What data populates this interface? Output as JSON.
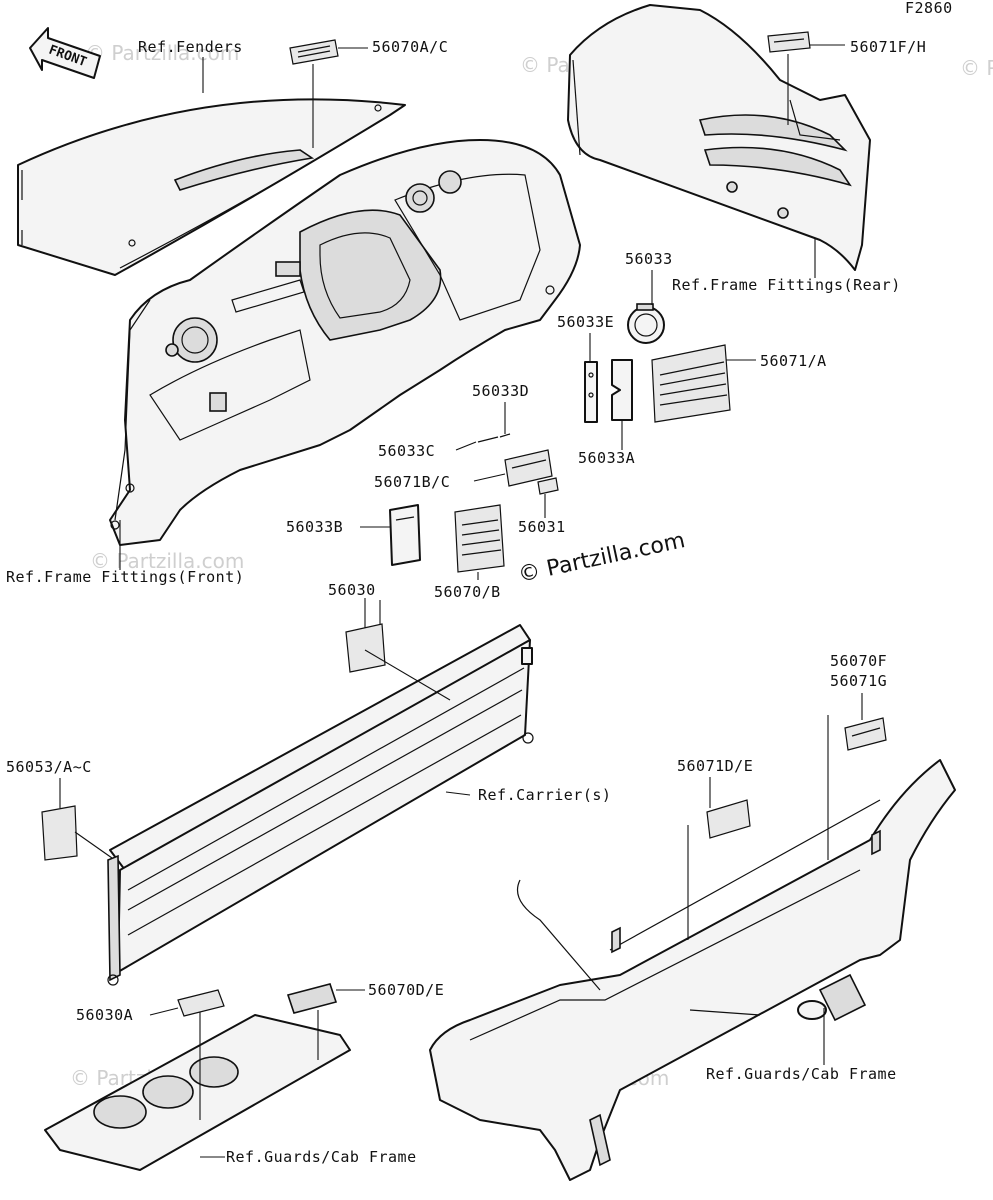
{
  "figure_code": "F2860",
  "watermark": "© Partzilla.com",
  "front_arrow_label": "FRONT",
  "references": {
    "fenders": "Ref.Fenders",
    "frame_fittings_rear": "Ref.Frame Fittings(Rear)",
    "frame_fittings_front": "Ref.Frame Fittings(Front)",
    "carrier": "Ref.Carrier(s)",
    "guards_cab_frame_right": "Ref.Guards/Cab Frame",
    "guards_cab_frame_bottom": "Ref.Guards/Cab Frame"
  },
  "parts": {
    "p56070AC": "56070A/C",
    "p56071FH": "56071F/H",
    "p56033": "56033",
    "p56033E": "56033E",
    "p56071A": "56071/A",
    "p56033D": "56033D",
    "p56033C": "56033C",
    "p56033A": "56033A",
    "p56071BC": "56071B/C",
    "p56033B": "56033B",
    "p56031": "56031",
    "p56070B": "56070/B",
    "p56030": "56030",
    "p56070F": "56070F",
    "p56071G": "56071G",
    "p56053AC": "56053/A~C",
    "p56071DE": "56071D/E",
    "p56030A": "56030A",
    "p56070DE": "56070D/E"
  }
}
